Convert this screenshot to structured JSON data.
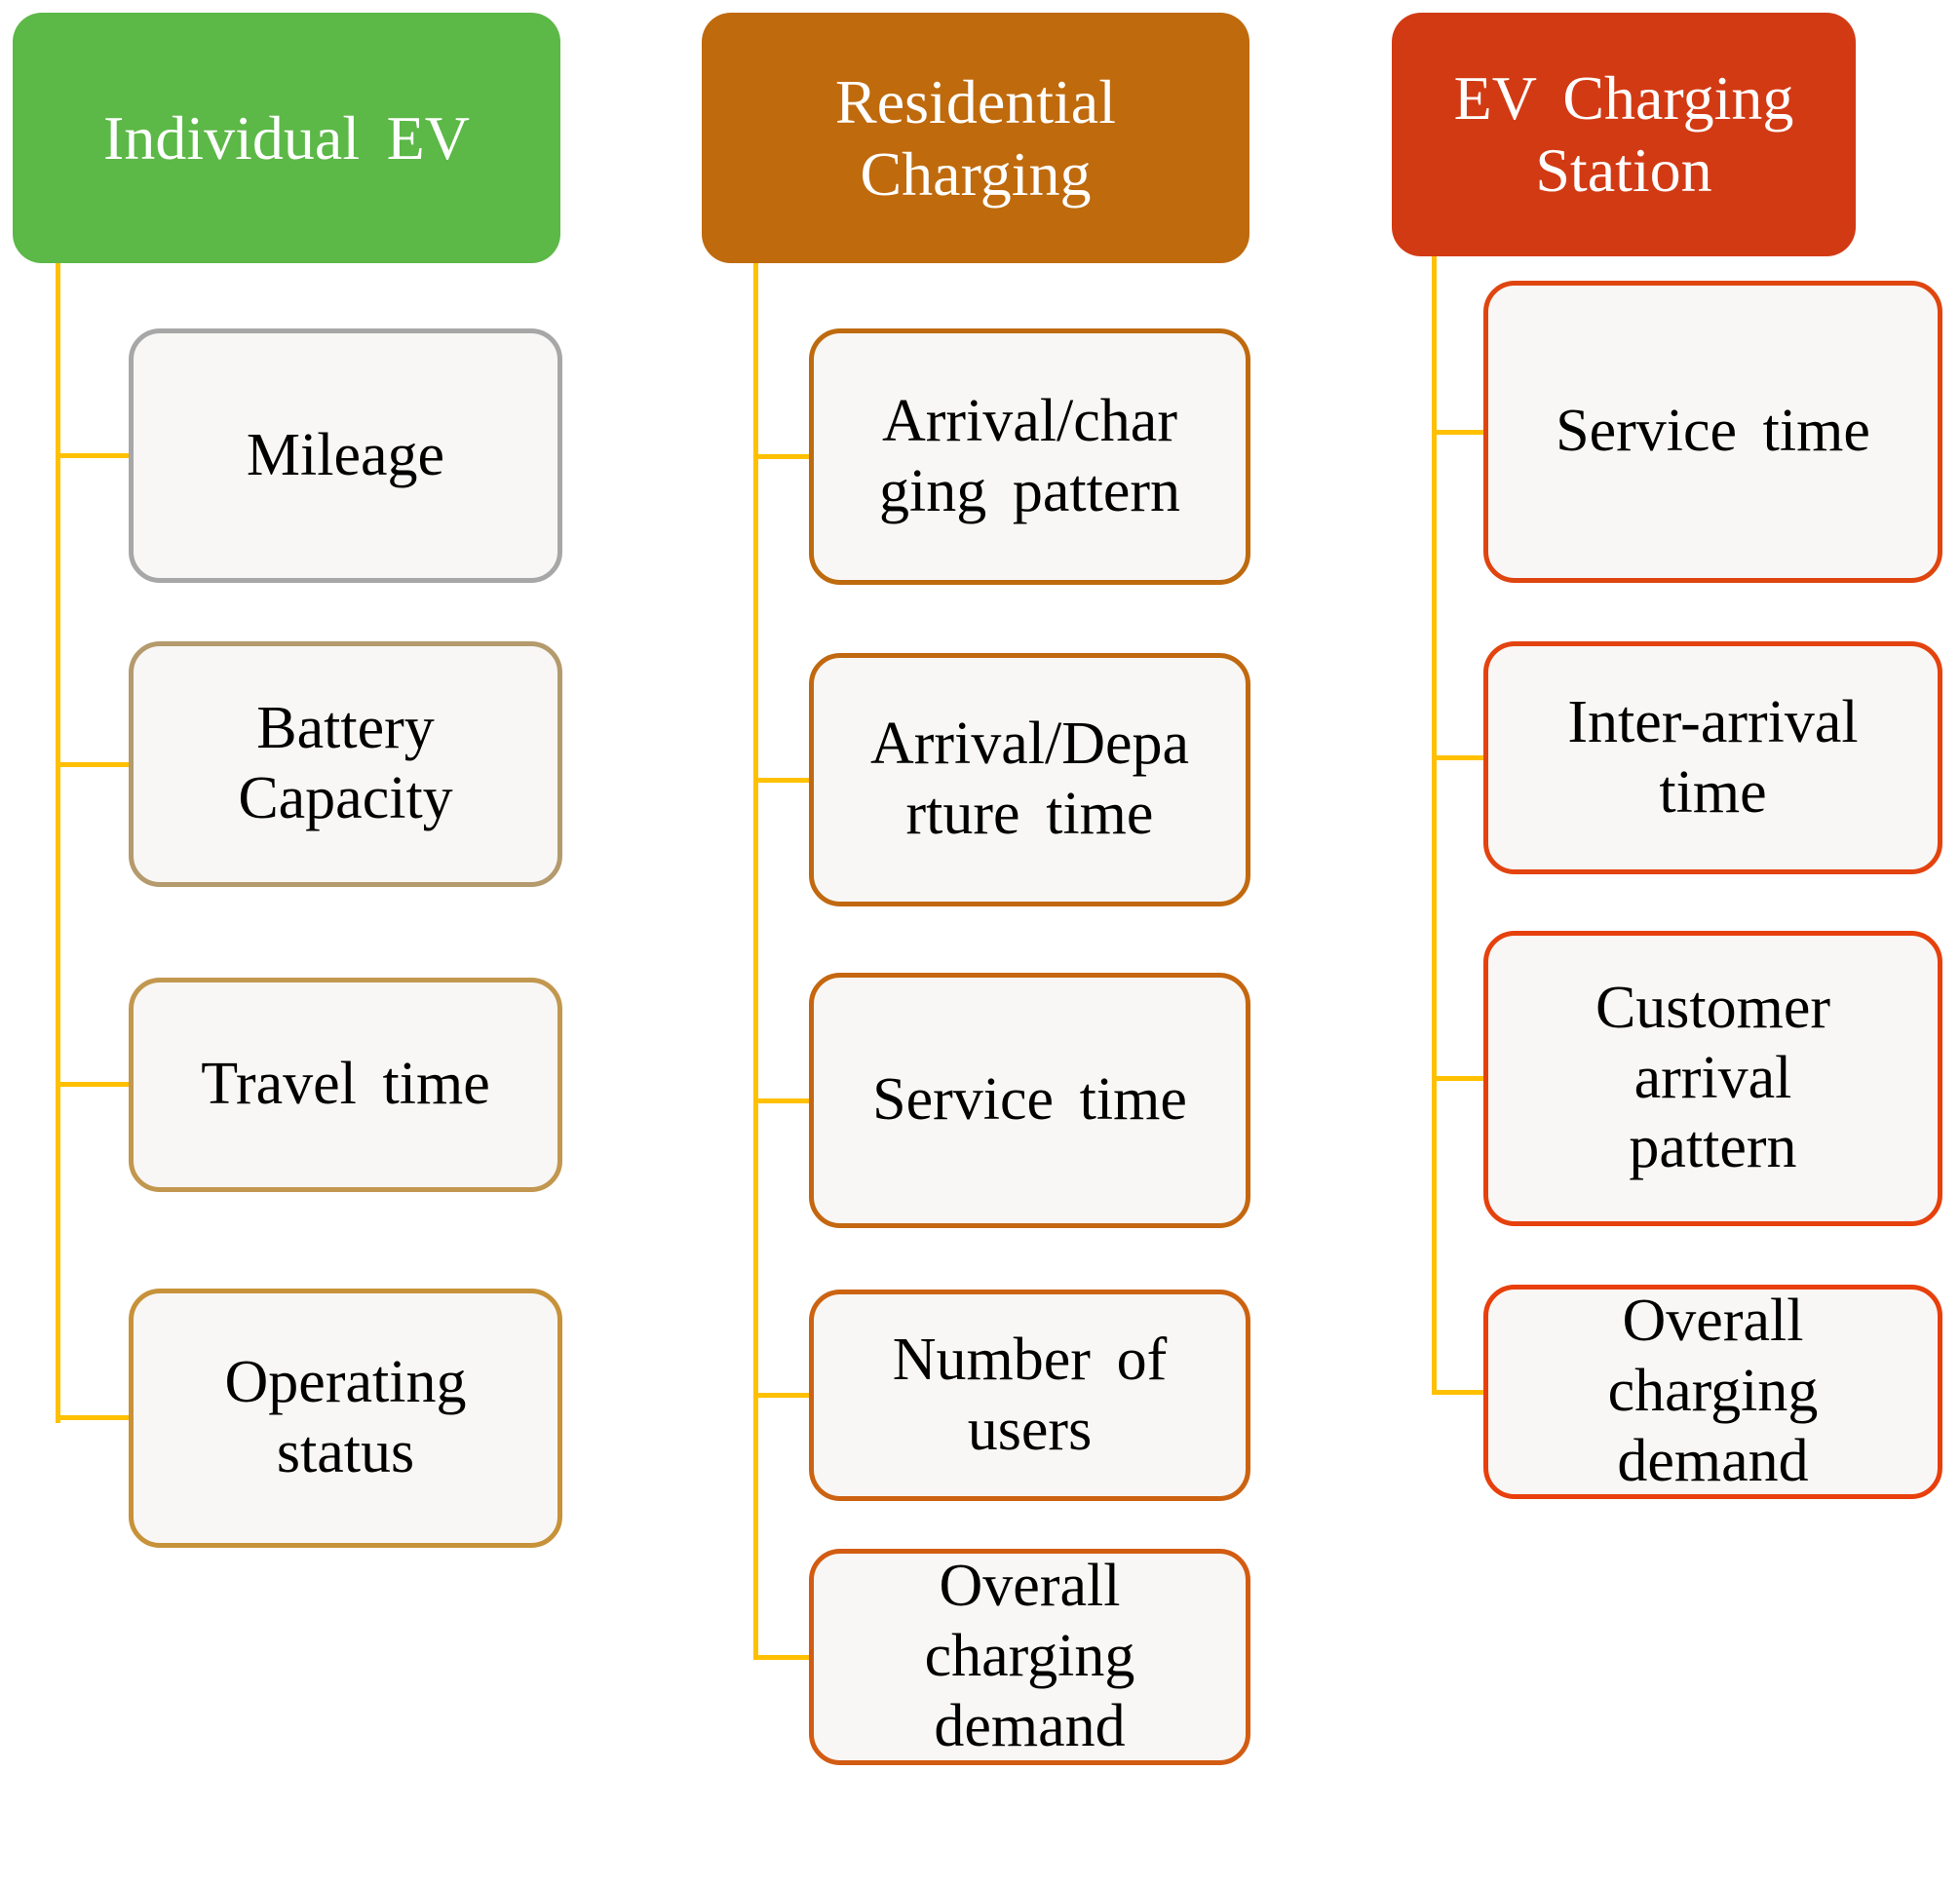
{
  "connector_color": "#FFC000",
  "box_fill": "#F8F7F6",
  "node_text_color": "#000000",
  "header_text_color": "#FFFFFF",
  "columns": [
    {
      "header": {
        "label": "Individual EV",
        "fill": "#5CB847"
      },
      "children": [
        {
          "label": "Mileage",
          "border": "#A7A7A7"
        },
        {
          "label": "Battery\nCapacity",
          "border": "#B49A6C"
        },
        {
          "label": "Travel time",
          "border": "#C2974F"
        },
        {
          "label": "Operating\nstatus",
          "border": "#C79239"
        }
      ]
    },
    {
      "header": {
        "label": "Residential\nCharging",
        "fill": "#BF6A0D"
      },
      "children": [
        {
          "label": "Arrival/char\nging pattern",
          "border": "#BE6A0E"
        },
        {
          "label": "Arrival/Depa\nrture time",
          "border": "#C16910"
        },
        {
          "label": "Service time",
          "border": "#C56710"
        },
        {
          "label": "Number of\nusers",
          "border": "#CC6311"
        },
        {
          "label": "Overall\ncharging\ndemand",
          "border": "#D35C13"
        }
      ]
    },
    {
      "header": {
        "label": "EV Charging\nStation",
        "fill": "#D23A14"
      },
      "children": [
        {
          "label": "Service time",
          "border": "#DF450F"
        },
        {
          "label": "Inter-arrival\ntime",
          "border": "#E3430E"
        },
        {
          "label": "Customer\narrival\npattern",
          "border": "#E6410D"
        },
        {
          "label": "Overall\ncharging\ndemand",
          "border": "#E83F0C"
        }
      ]
    }
  ]
}
